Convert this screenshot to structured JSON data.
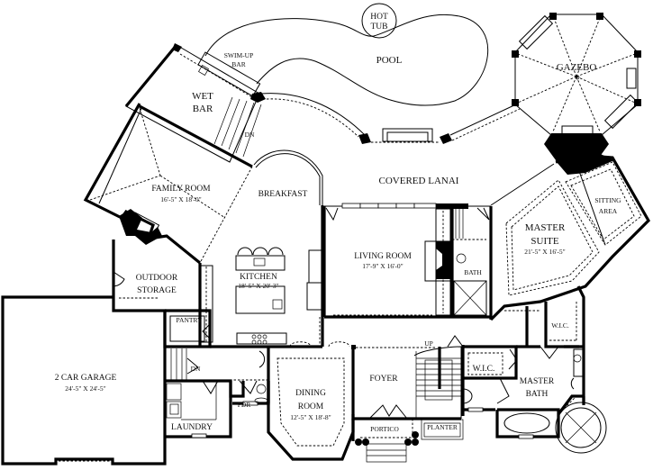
{
  "plan": {
    "rooms": [
      {
        "id": "hot-tub",
        "name": [
          "HOT",
          "TUB"
        ],
        "dims": ""
      },
      {
        "id": "pool",
        "name": [
          "POOL"
        ],
        "dims": ""
      },
      {
        "id": "swim-up-bar",
        "name": [
          "SWIM-UP",
          "BAR"
        ],
        "dims": ""
      },
      {
        "id": "wet-bar",
        "name": [
          "WET",
          "BAR"
        ],
        "dims": ""
      },
      {
        "id": "gazebo",
        "name": [
          "GAZEBO"
        ],
        "dims": ""
      },
      {
        "id": "family-room",
        "name": [
          "FAMILY ROOM"
        ],
        "dims": "16'-5\" X 18'-0\""
      },
      {
        "id": "breakfast",
        "name": [
          "BREAKFAST"
        ],
        "dims": ""
      },
      {
        "id": "covered-lanai",
        "name": [
          "COVERED LANAI"
        ],
        "dims": ""
      },
      {
        "id": "sitting-area",
        "name": [
          "SITTING",
          "AREA"
        ],
        "dims": ""
      },
      {
        "id": "master-suite",
        "name": [
          "MASTER",
          "SUITE"
        ],
        "dims": "21'-5\" X 16'-5\""
      },
      {
        "id": "living-room",
        "name": [
          "LIVING ROOM"
        ],
        "dims": "17'-9\" X 16'-0\""
      },
      {
        "id": "kitchen",
        "name": [
          "KITCHEN"
        ],
        "dims": "18'-5\" X 20'-3\""
      },
      {
        "id": "outdoor-storage",
        "name": [
          "OUTDOOR",
          "STORAGE"
        ],
        "dims": ""
      },
      {
        "id": "bath",
        "name": [
          "BATH"
        ],
        "dims": ""
      },
      {
        "id": "pantry",
        "name": [
          "PANTRY"
        ],
        "dims": ""
      },
      {
        "id": "wic-upper",
        "name": [
          "W.I.C."
        ],
        "dims": ""
      },
      {
        "id": "garage",
        "name": [
          "2 CAR GARAGE"
        ],
        "dims": "24'-5\" X 24'-5\""
      },
      {
        "id": "foyer",
        "name": [
          "FOYER"
        ],
        "dims": ""
      },
      {
        "id": "wic-lower",
        "name": [
          "W.I.C."
        ],
        "dims": ""
      },
      {
        "id": "master-bath",
        "name": [
          "MASTER",
          "BATH"
        ],
        "dims": ""
      },
      {
        "id": "dining-room",
        "name": [
          "DINING",
          "ROOM"
        ],
        "dims": "12'-5\" X 18'-8\""
      },
      {
        "id": "pdr",
        "name": [
          "PDR"
        ],
        "dims": ""
      },
      {
        "id": "laundry",
        "name": [
          "LAUNDRY"
        ],
        "dims": ""
      },
      {
        "id": "portico",
        "name": [
          "PORTICO"
        ],
        "dims": ""
      },
      {
        "id": "planter",
        "name": [
          "PLANTER"
        ],
        "dims": ""
      }
    ],
    "stair_labels": {
      "wet_bar_down": "DN",
      "garage_down": "DN",
      "foyer_up": "UP"
    }
  }
}
